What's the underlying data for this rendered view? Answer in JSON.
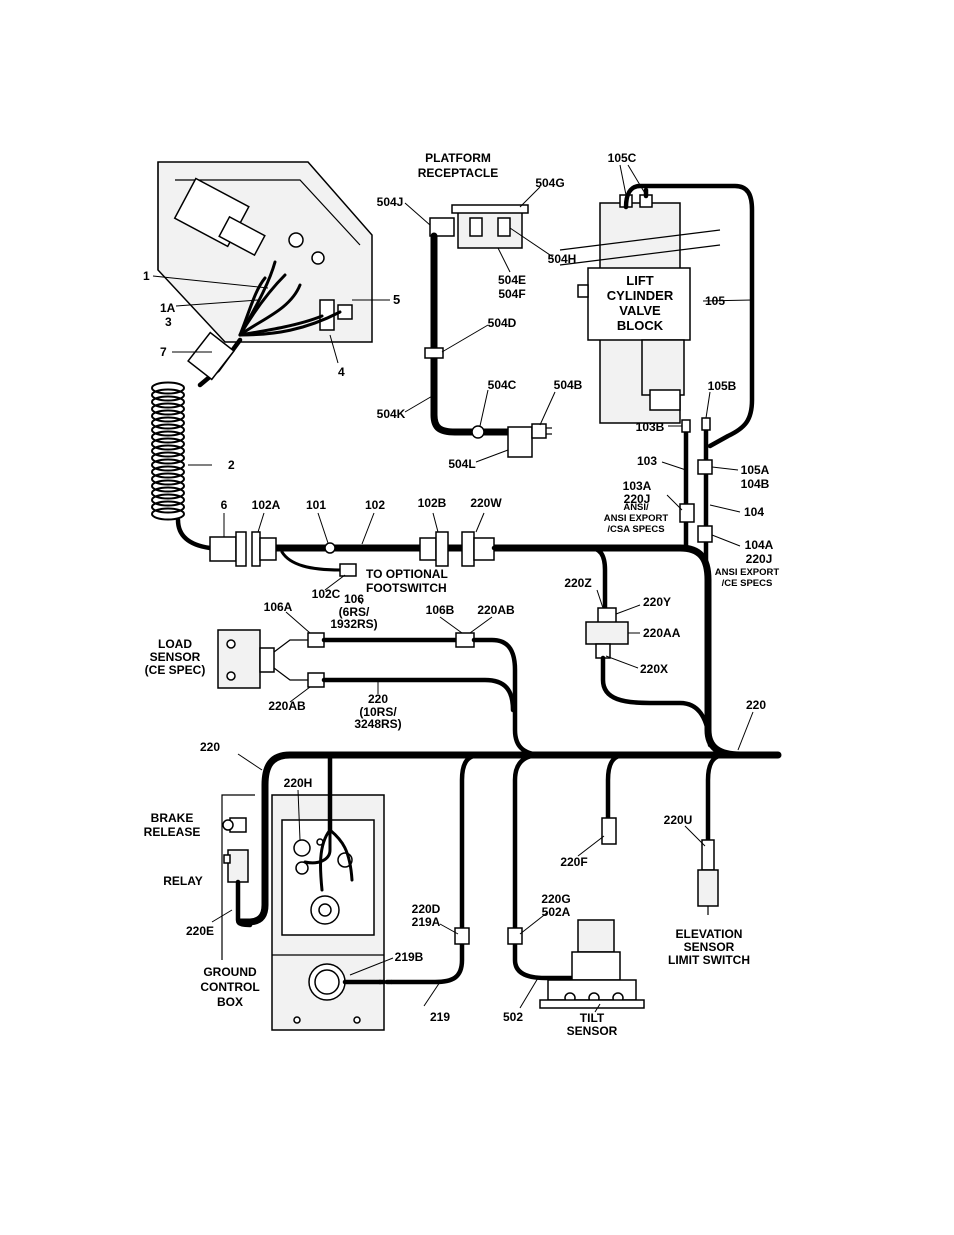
{
  "labels": {
    "platform_receptacle": [
      "PLATFORM",
      "RECEPTACLE"
    ],
    "lift_block": [
      "LIFT",
      "CYLINDER",
      "VALVE",
      "BLOCK"
    ],
    "to_optional": [
      "TO OPTIONAL",
      "FOOTSWITCH"
    ],
    "load_sensor": [
      "LOAD",
      "SENSOR",
      "(CE SPEC)"
    ],
    "brake_release": [
      "BRAKE",
      "RELEASE"
    ],
    "relay": "RELAY",
    "ground_control": [
      "GROUND",
      "CONTROL",
      "BOX"
    ],
    "tilt_sensor": [
      "TILT",
      "SENSOR"
    ],
    "elevation": [
      "ELEVATION",
      "SENSOR",
      "LIMIT SWITCH"
    ],
    "spec_103a": [
      "ANSI/",
      "ANSI EXPORT",
      "/CSA SPECS"
    ],
    "spec_104a": [
      "ANSI EXPORT",
      "/CE SPECS"
    ],
    "w220_sub": [
      "(10RS/",
      "3248RS)"
    ],
    "w106_sub": [
      "(6RS/",
      "1932RS)"
    ]
  },
  "parts": {
    "p1": "1",
    "p1a": "1A",
    "p3": "3",
    "p5": "5",
    "p4": "4",
    "p7": "7",
    "p2": "2",
    "p6": "6",
    "p102a": "102A",
    "p101": "101",
    "p102": "102",
    "p102b": "102B",
    "p220w": "220W",
    "p102c": "102C",
    "p106": "106",
    "p106a": "106A",
    "p106b": "106B",
    "p220ab_top": "220AB",
    "p220ab": "220AB",
    "p220": "220",
    "p220_main": "220",
    "p220_left": "220",
    "p220z": "220Z",
    "p220y": "220Y",
    "p220aa": "220AA",
    "p220x": "220X",
    "p504j": "504J",
    "p504g": "504G",
    "p504h": "504H",
    "p504e": "504E",
    "p504f": "504F",
    "p504d": "504D",
    "p504c": "504C",
    "p504b": "504B",
    "p504k": "504K",
    "p504l": "504L",
    "p105c": "105C",
    "p105": "105",
    "p105b": "105B",
    "p103b": "103B",
    "p103": "103",
    "p105a": "105A",
    "p104b": "104B",
    "p103a": "103A",
    "p220j_a": "220J",
    "p104": "104",
    "p104a": "104A",
    "p220j_b": "220J",
    "p220h": "220H",
    "p220e": "220E",
    "p220d": "220D",
    "p219a": "219A",
    "p219b": "219B",
    "p219": "219",
    "p220g": "220G",
    "p502a": "502A",
    "p502": "502",
    "p220f": "220F",
    "p220u": "220U"
  },
  "colors": {
    "wire": "#000000",
    "background": "#ffffff",
    "component_fill": "#f2f2f2"
  }
}
